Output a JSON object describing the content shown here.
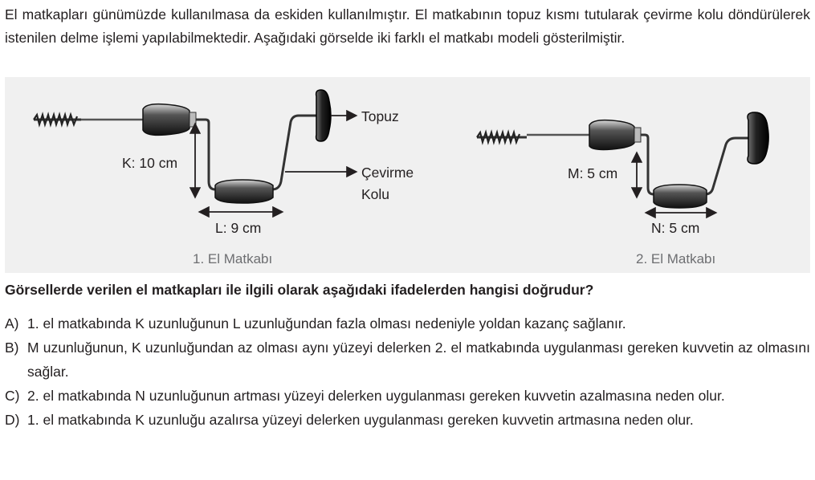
{
  "intro": "El matkapları günümüzde kullanılmasa da eskiden kullanılmıştır. El matkabının topuz kısmı tutularak çevirme kolu döndürülerek istenilen delme işlemi yapılabilmektedir. Aşağıdaki görselde iki farklı el matkabı modeli gösterilmiştir.",
  "figure": {
    "drill1": {
      "k_label": "K: 10 cm",
      "l_label": "L: 9 cm",
      "topuz_label": "Topuz",
      "cevirme_label_1": "Çevirme",
      "cevirme_label_2": "Kolu",
      "caption": "1. El Matkabı"
    },
    "drill2": {
      "m_label": "M: 5 cm",
      "n_label": "N: 5 cm",
      "caption": "2. El Matkabı"
    }
  },
  "question": "Görsellerde verilen el matkapları ile ilgili olarak aşağıdaki ifadelerden hangisi doğrudur?",
  "options": [
    {
      "letter": "A)",
      "text": "1. el matkabında K uzunluğunun L uzunluğundan fazla olması nedeniyle yoldan kazanç sağlanır."
    },
    {
      "letter": "B)",
      "text": "M uzunluğunun, K uzunluğundan az olması aynı yüzeyi delerken 2. el matkabında uygulanması gereken kuvvetin az olmasını sağlar."
    },
    {
      "letter": "C)",
      "text": "2. el matkabında N uzunluğunun artması yüzeyi delerken uygulanması gereken kuvvetin azalmasına neden olur."
    },
    {
      "letter": "D)",
      "text": "1. el matkabında K uzunluğu azalırsa yüzeyi delerken uygulanması gereken kuvvetin artmasına neden olur."
    }
  ]
}
